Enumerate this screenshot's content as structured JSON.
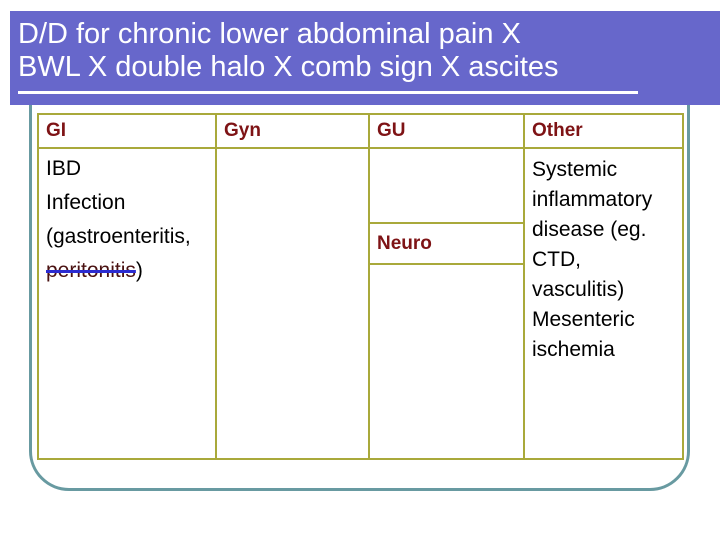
{
  "slide": {
    "title": "D/D for chronic lower abdominal pain X\nBWL X double halo X comb sign X ascites"
  },
  "table": {
    "headers": [
      "GI",
      "Gyn",
      "GU",
      "Other"
    ],
    "gi": {
      "item1": "IBD",
      "item2_line1": "Infection",
      "item2_line2": "(gastroenteritis,",
      "item2_struck": "peritonitis",
      "item2_close": ")"
    },
    "neuro_header": "Neuro",
    "other": {
      "item1": "Systemic\ninflammatory\ndisease (eg.\nCTD,\nvasculitis)",
      "item2": "Mesenteric\nischemia"
    }
  },
  "colors": {
    "title_bar_purple": "#6767CB",
    "table_border_olive": "#A9A93B",
    "header_text_maroon": "#7E1315",
    "frame_teal": "#689AA1",
    "strikethrough_blue": "#2B2BD0",
    "title_text_white": "#FFFFFF"
  }
}
